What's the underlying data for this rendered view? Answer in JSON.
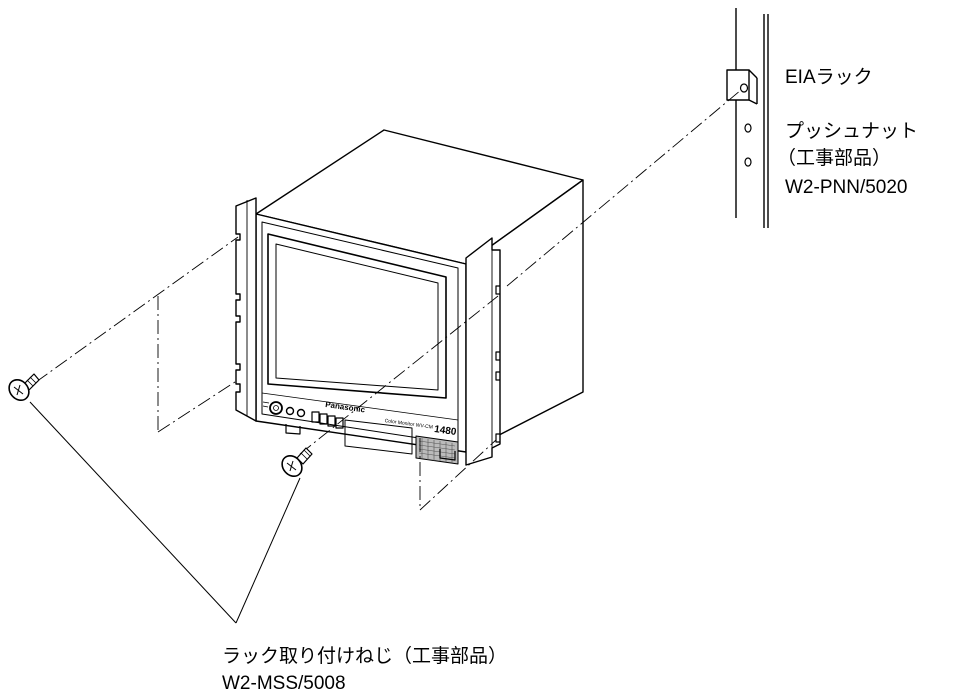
{
  "labels": {
    "rack": "EIAラック",
    "push_nut": "プッシュナット",
    "push_nut_note": "（工事部品）",
    "push_nut_part": "W2-PNN/5020",
    "screw": "ラック取り付けねじ（工事部品）",
    "screw_part": "W2-MSS/5008"
  },
  "monitor": {
    "brand": "Panasonic",
    "model_caption": "Color Monitor WV-CM",
    "model_number": "1480"
  }
}
